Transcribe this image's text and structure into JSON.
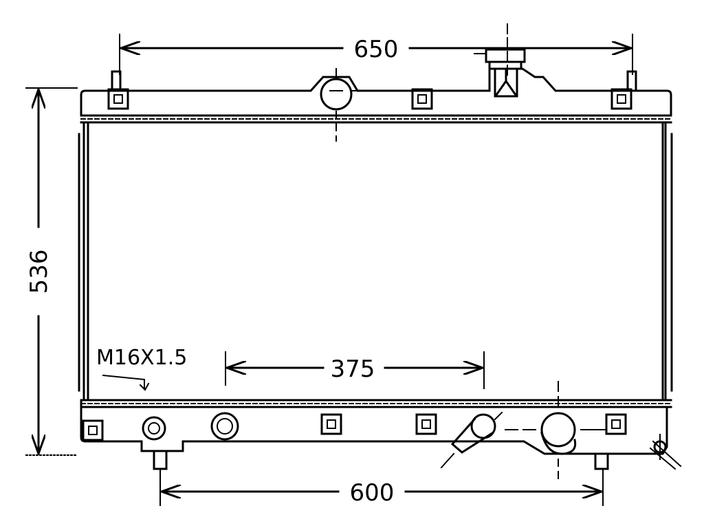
{
  "dimensions": {
    "top_width": "650",
    "height": "536",
    "core_spacing": "375",
    "bottom_width": "600"
  },
  "thread_label": "M16X1.5",
  "colors": {
    "line": "#000000",
    "background": "#ffffff"
  }
}
